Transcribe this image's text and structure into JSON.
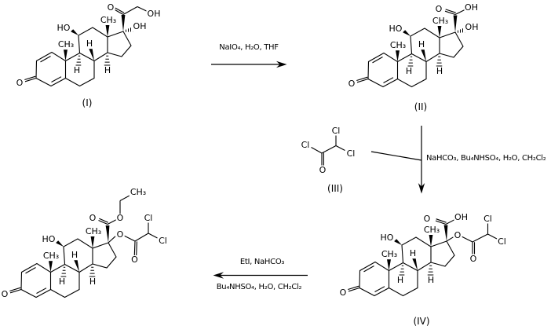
{
  "scheme": {
    "background": "#ffffff",
    "ink": "#000000",
    "compounds": {
      "c1": {
        "label": "(I)",
        "atoms": {
          "o3": "O",
          "ho": "HO",
          "ch3_19": "CH₃",
          "ch3_18": "CH₃",
          "h8": "H",
          "h9": "H",
          "h14": "H",
          "oh17": "OH",
          "o20": "O",
          "oh21": "OH"
        }
      },
      "c2": {
        "label": "(II)",
        "atoms": {
          "o3": "O",
          "ho": "HO",
          "ch3_19": "CH₃",
          "ch3_18": "CH₃",
          "h8": "H",
          "h9": "H",
          "h14": "H",
          "oh17": "OH",
          "o20": "O",
          "oh_acid": "OH"
        }
      },
      "c3": {
        "label": "(III)",
        "atoms": {
          "cl_acyl": "Cl",
          "o": "O",
          "cl_top": "Cl",
          "cl_right": "Cl"
        }
      },
      "c4": {
        "label": "(IV)",
        "atoms": {
          "o3": "O",
          "ho": "HO",
          "ch3_19": "CH₃",
          "ch3_18": "CH₃",
          "h8": "H",
          "h9": "H",
          "h14": "H",
          "o20": "O",
          "oh_acid": "OH",
          "o_ester": "O",
          "o_carbonyl": "O",
          "cl_top": "Cl",
          "cl_right": "Cl"
        }
      },
      "c5": {
        "atoms": {
          "o3": "O",
          "ho": "HO",
          "ch3_19": "CH₃",
          "ch3_18": "CH₃",
          "h8": "H",
          "h9": "H",
          "h14": "H",
          "ch3_ethyl": "CH₃",
          "o_ethyl": "O",
          "o20": "O",
          "o_ester": "O",
          "o_carbonyl": "O",
          "cl_top": "Cl",
          "cl_right": "Cl"
        }
      }
    },
    "steps": {
      "step1": {
        "reagents": "NaIO₄, H₂O, THF",
        "direction": "right"
      },
      "step2": {
        "reagents": "NaHCO₃, Bu₄NHSO₄, H₂O, CH₂Cl₂",
        "direction": "down"
      },
      "step3": {
        "reagents_line1": "EtI, NaHCO₃",
        "reagents_line2": "Bu₄NHSO₄, H₂O, CH₂Cl₂",
        "direction": "left"
      }
    }
  }
}
